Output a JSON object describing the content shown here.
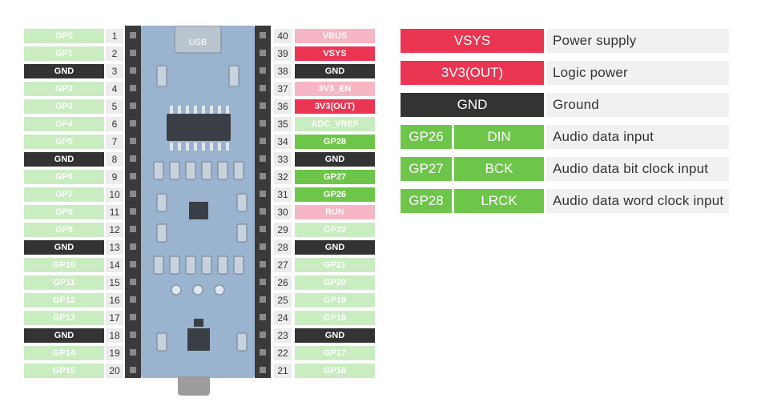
{
  "left_pins": [
    {
      "label": "GP0",
      "num": "1",
      "type": "gp"
    },
    {
      "label": "GP1",
      "num": "2",
      "type": "gp"
    },
    {
      "label": "GND",
      "num": "3",
      "type": "gnd"
    },
    {
      "label": "GP2",
      "num": "4",
      "type": "gp"
    },
    {
      "label": "GP3",
      "num": "5",
      "type": "gp"
    },
    {
      "label": "GP4",
      "num": "6",
      "type": "gp"
    },
    {
      "label": "GP5",
      "num": "7",
      "type": "gp"
    },
    {
      "label": "GND",
      "num": "8",
      "type": "gnd"
    },
    {
      "label": "GP6",
      "num": "9",
      "type": "gp"
    },
    {
      "label": "GP7",
      "num": "10",
      "type": "gp"
    },
    {
      "label": "GP8",
      "num": "11",
      "type": "gp"
    },
    {
      "label": "GP9",
      "num": "12",
      "type": "gp"
    },
    {
      "label": "GND",
      "num": "13",
      "type": "gnd"
    },
    {
      "label": "GP10",
      "num": "14",
      "type": "gp"
    },
    {
      "label": "GP11",
      "num": "15",
      "type": "gp"
    },
    {
      "label": "GP12",
      "num": "16",
      "type": "gp"
    },
    {
      "label": "GP13",
      "num": "17",
      "type": "gp"
    },
    {
      "label": "GND",
      "num": "18",
      "type": "gnd"
    },
    {
      "label": "GP14",
      "num": "19",
      "type": "gp"
    },
    {
      "label": "GP15",
      "num": "20",
      "type": "gp"
    }
  ],
  "right_pins": [
    {
      "label": "VBUS",
      "num": "40",
      "type": "pow"
    },
    {
      "label": "VSYS",
      "num": "39",
      "type": "pow-strong"
    },
    {
      "label": "GND",
      "num": "38",
      "type": "gnd"
    },
    {
      "label": "3V3_EN",
      "num": "37",
      "type": "pow"
    },
    {
      "label": "3V3(OUT)",
      "num": "36",
      "type": "pow-strong"
    },
    {
      "label": "ADC_VREF",
      "num": "35",
      "type": "gp"
    },
    {
      "label": "GP28",
      "num": "34",
      "type": "used"
    },
    {
      "label": "GND",
      "num": "33",
      "type": "gnd"
    },
    {
      "label": "GP27",
      "num": "32",
      "type": "used"
    },
    {
      "label": "GP26",
      "num": "31",
      "type": "used"
    },
    {
      "label": "RUN",
      "num": "30",
      "type": "pow"
    },
    {
      "label": "GP22",
      "num": "29",
      "type": "gp"
    },
    {
      "label": "GND",
      "num": "28",
      "type": "gnd"
    },
    {
      "label": "GP21",
      "num": "27",
      "type": "gp"
    },
    {
      "label": "GP20",
      "num": "26",
      "type": "gp"
    },
    {
      "label": "GP19",
      "num": "25",
      "type": "gp"
    },
    {
      "label": "GP18",
      "num": "24",
      "type": "gp"
    },
    {
      "label": "GND",
      "num": "23",
      "type": "gnd"
    },
    {
      "label": "GP17",
      "num": "22",
      "type": "gp"
    },
    {
      "label": "GP16",
      "num": "21",
      "type": "gp"
    }
  ],
  "board": {
    "usb_label": "USB"
  },
  "legend": [
    {
      "cells": [
        {
          "text": "VSYS",
          "color": "#ea3553"
        }
      ],
      "desc": "Power supply"
    },
    {
      "cells": [
        {
          "text": "3V3(OUT)",
          "color": "#ea3553"
        }
      ],
      "desc": "Logic power"
    },
    {
      "cells": [
        {
          "text": "GND",
          "color": "#333333"
        }
      ],
      "desc": "Ground"
    },
    {
      "cells": [
        {
          "text": "GP26",
          "color": "#6dc649"
        },
        {
          "text": "DIN",
          "color": "#6dc649"
        }
      ],
      "desc": "Audio data input"
    },
    {
      "cells": [
        {
          "text": "GP27",
          "color": "#6dc649"
        },
        {
          "text": "BCK",
          "color": "#6dc649"
        }
      ],
      "desc": "Audio data bit clock input"
    },
    {
      "cells": [
        {
          "text": "GP28",
          "color": "#6dc649"
        },
        {
          "text": "LRCK",
          "color": "#6dc649"
        }
      ],
      "desc": "Audio data word clock input"
    }
  ],
  "colors": {
    "gp": "#c9ecc0",
    "gnd": "#333333",
    "power_light": "#f6b6c4",
    "power": "#ea3553",
    "used": "#6dc649",
    "board": "#9ab3cf"
  }
}
